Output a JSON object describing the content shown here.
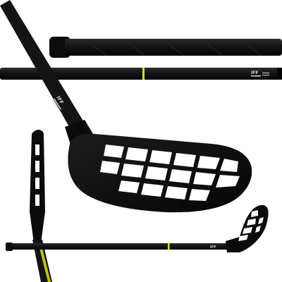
{
  "product": {
    "brand_mark": "IFF",
    "colors": {
      "shaft": "#141414",
      "shaft_highlight": "#2a2a2a",
      "blade": "#0d0d0d",
      "accent": "#d6e21a",
      "grip_texture": "#1f1f1f",
      "print": "#d8d8d8",
      "background": "#ffffff"
    }
  },
  "views": [
    {
      "name": "grip-end-closeup"
    },
    {
      "name": "shaft-closeup"
    },
    {
      "name": "blade-closeup"
    },
    {
      "name": "blade-side-profile"
    },
    {
      "name": "full-stick"
    }
  ]
}
